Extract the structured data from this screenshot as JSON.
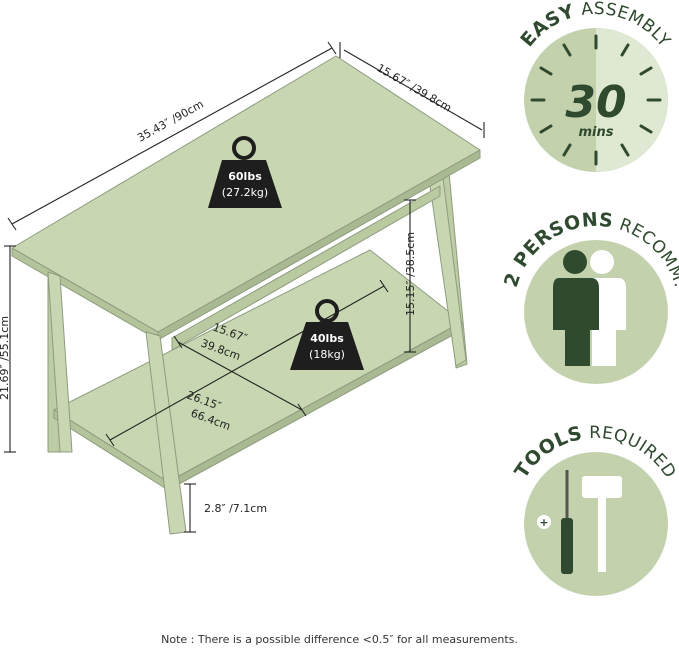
{
  "dimensions": {
    "top_length": "35.43″ /90cm",
    "top_depth": "15.67″ /39.8cm",
    "total_height": "21.69″ /55.1cm",
    "shelf_gap_height": "15.15″ /38.5cm",
    "shelf_depth_in": "15.67″",
    "shelf_depth_cm": "39.8cm",
    "shelf_length_in": "26.15″",
    "shelf_length_cm": "66.4cm",
    "leg_clearance": "2.8″ /7.1cm"
  },
  "weights": {
    "top_weight": "60lbs",
    "top_weight_kg": "(27.2kg)",
    "shelf_weight": "40lbs",
    "shelf_weight_kg": "(18kg)"
  },
  "badges": {
    "assembly": {
      "title_bold": "EASY",
      "title_rest": " ASSEMBLY",
      "number": "30",
      "unit": "mins",
      "icon": "clock-icon"
    },
    "persons": {
      "title_bold": "2 PERSONS",
      "title_rest": " RECOMM.",
      "icon": "two-persons-icon"
    },
    "tools": {
      "title_bold": "TOOLS",
      "title_rest": " REQUIRED",
      "icon": "screwdriver-hammer-icon"
    }
  },
  "note": "Note : There is a possible difference <0.5″ for all measurements.",
  "colors": {
    "furniture": "#c8d7b2",
    "furniture_edge": "#8d9c7e",
    "badge_light": "#c3d2ad",
    "badge_lighter": "#dfe8d3",
    "badge_dark": "#2f4a2f",
    "weight_dark": "#1e1e1e"
  }
}
